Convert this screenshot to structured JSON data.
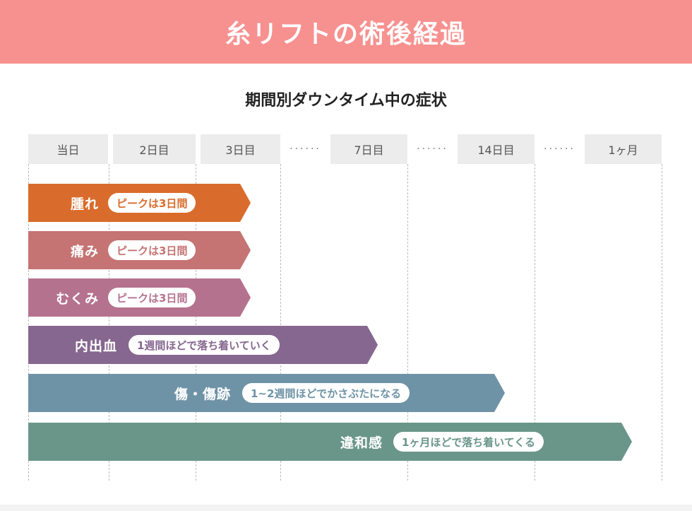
{
  "header": {
    "title": "糸リフトの術後経過"
  },
  "subtitle": "期間別ダウンタイム中の症状",
  "columns": [
    "当日",
    "2日目",
    "3日目",
    "7日目",
    "14日目",
    "1ヶ月"
  ],
  "dots": "······",
  "bars": [
    {
      "label": "腫れ",
      "note": "ピークは3日間",
      "color": "#d96c2c"
    },
    {
      "label": "痛み",
      "note": "ピークは3日間",
      "color": "#c57373"
    },
    {
      "label": "むくみ",
      "note": "ピークは3日間",
      "color": "#b5728f"
    },
    {
      "label": "内出血",
      "note": "1週間ほどで落ち着いていく",
      "color": "#86678f"
    },
    {
      "label": "傷・傷跡",
      "note": "1~2週間ほどでかさぶたになる",
      "color": "#6f93a6"
    },
    {
      "label": "違和感",
      "note": "1ヶ月ほどで落ち着いてくる",
      "color": "#6a968a"
    }
  ]
}
